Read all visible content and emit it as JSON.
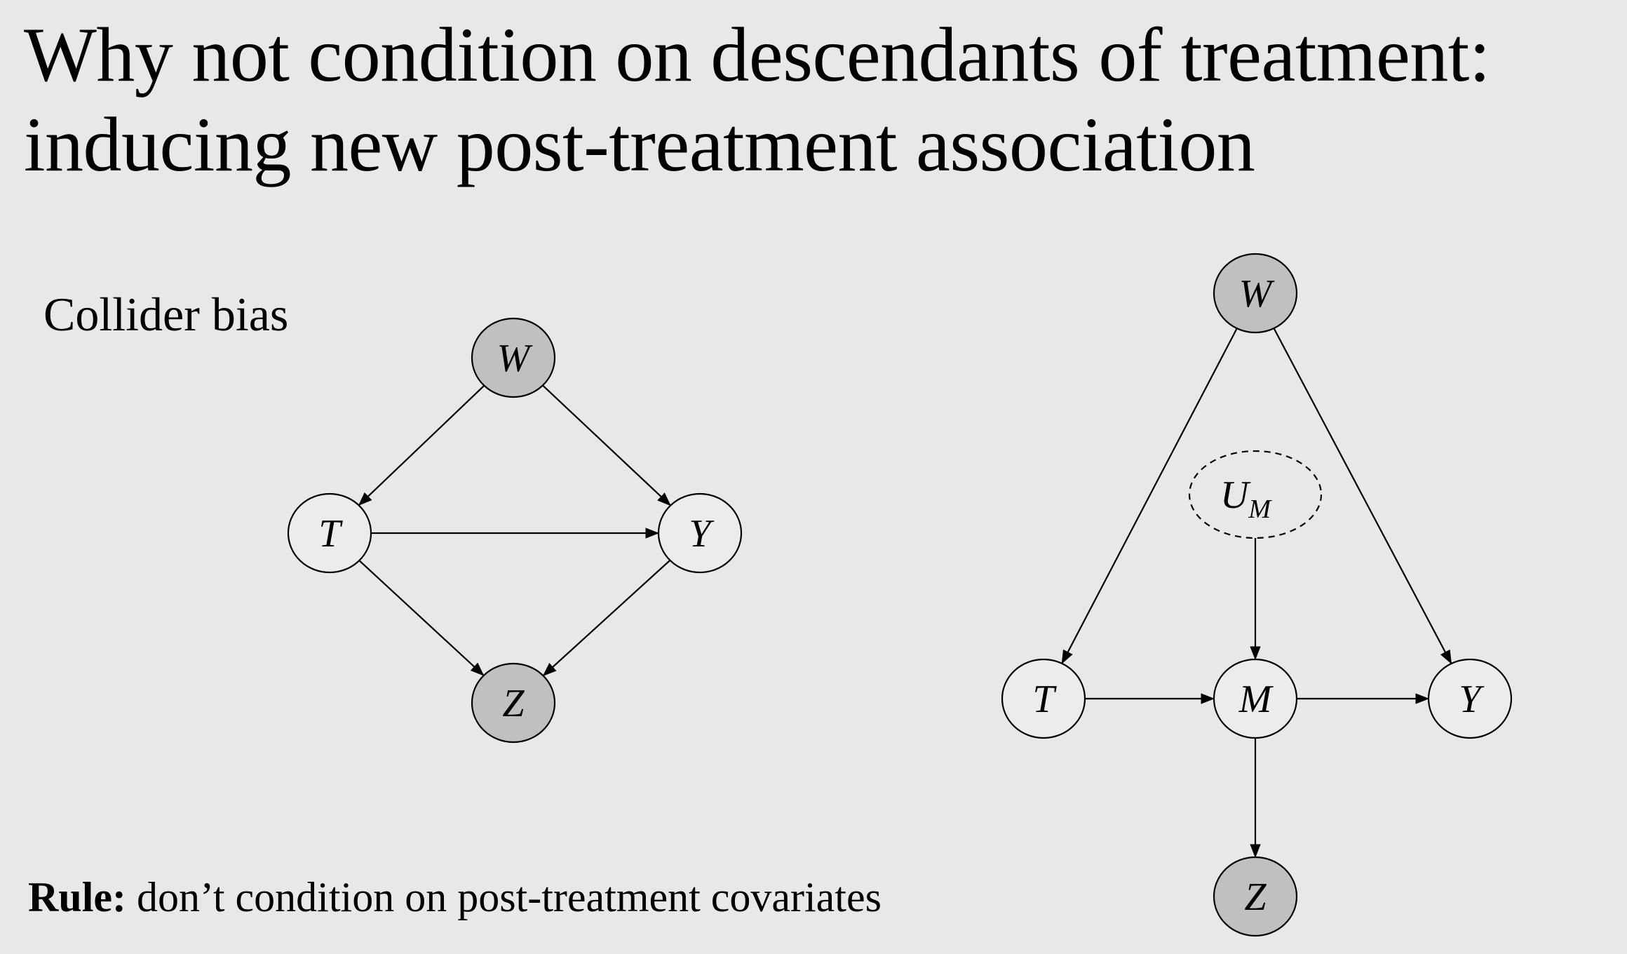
{
  "title": {
    "line1": "Why not condition on descendants of treatment:",
    "line2": "inducing new post-treatment association"
  },
  "section_label": "Collider bias",
  "rule": {
    "bold": "Rule:",
    "text": " don’t condition on post-treatment covariates"
  },
  "colors": {
    "background": "#e8e8e8",
    "conditioned_node_fill": "#c0c0c0",
    "unconditioned_node_fill": "#ececec",
    "edge": "#000000"
  },
  "diagrams": [
    {
      "id": "collider",
      "nodes": [
        {
          "id": "W",
          "label": "W",
          "conditioned": true
        },
        {
          "id": "T",
          "label": "T",
          "conditioned": false
        },
        {
          "id": "Y",
          "label": "Y",
          "conditioned": false
        },
        {
          "id": "Z",
          "label": "Z",
          "conditioned": true
        }
      ],
      "edges": [
        {
          "from": "W",
          "to": "T"
        },
        {
          "from": "W",
          "to": "Y"
        },
        {
          "from": "T",
          "to": "Y"
        },
        {
          "from": "T",
          "to": "Z"
        },
        {
          "from": "Y",
          "to": "Z"
        }
      ]
    },
    {
      "id": "mediator",
      "nodes": [
        {
          "id": "W",
          "label": "W",
          "conditioned": true
        },
        {
          "id": "UM",
          "label": "U",
          "subscript": "M",
          "conditioned": false,
          "latent": true
        },
        {
          "id": "T",
          "label": "T",
          "conditioned": false
        },
        {
          "id": "M",
          "label": "M",
          "conditioned": false
        },
        {
          "id": "Y",
          "label": "Y",
          "conditioned": false
        },
        {
          "id": "Z",
          "label": "Z",
          "conditioned": true
        }
      ],
      "edges": [
        {
          "from": "W",
          "to": "T"
        },
        {
          "from": "W",
          "to": "Y"
        },
        {
          "from": "UM",
          "to": "M"
        },
        {
          "from": "T",
          "to": "M"
        },
        {
          "from": "M",
          "to": "Y"
        },
        {
          "from": "M",
          "to": "Z"
        }
      ]
    }
  ]
}
